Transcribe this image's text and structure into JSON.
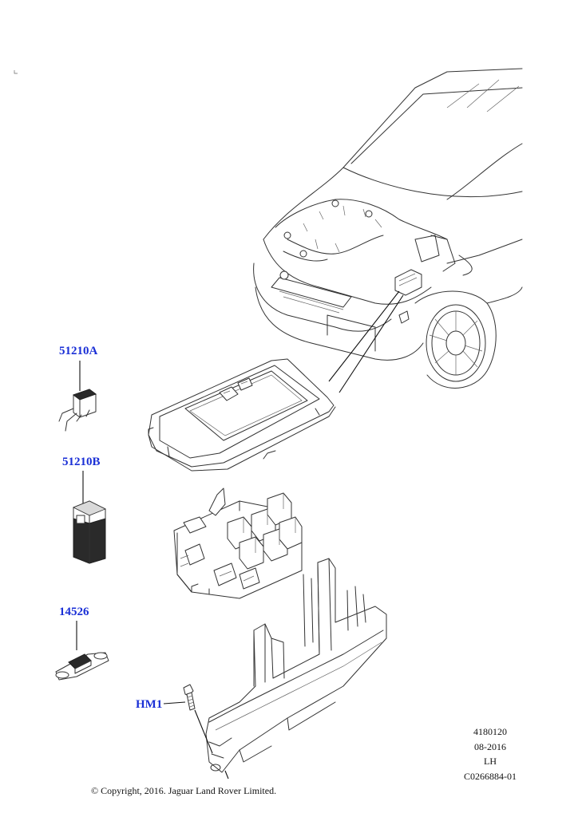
{
  "callouts": {
    "part_51210a": "51210A",
    "part_51210b": "51210B",
    "part_14526": "14526",
    "part_hm1": "HM1"
  },
  "meta": {
    "line1": "4180120",
    "line2": "08-2016",
    "line3": "LH",
    "line4": "C0266884-01"
  },
  "copyright": "© Copyright, 2016. Jaguar Land Rover Limited.",
  "colors": {
    "callout": "#1a2fd6",
    "line": "#333333"
  }
}
